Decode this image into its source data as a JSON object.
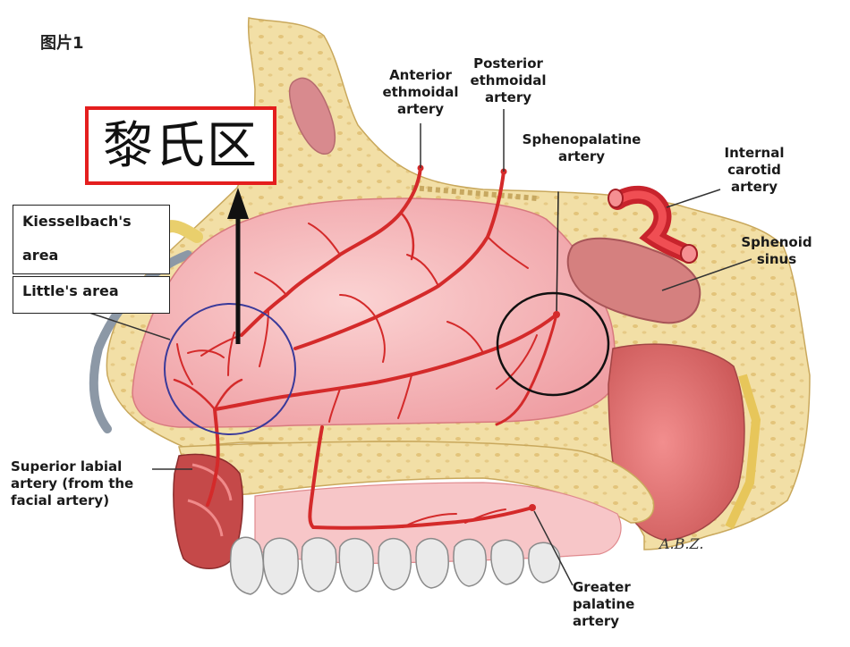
{
  "figure_label": "图片1",
  "highlight_label": "黎氏区",
  "signature": "A.B.Z.",
  "labels": {
    "kiesselbach": "Kiesselbach's\n\narea",
    "littles": "Little's area",
    "anterior_ethmoidal": "Anterior\nethmoidal\nartery",
    "posterior_ethmoidal": "Posterior\nethmoidal\nartery",
    "sphenopalatine": "Sphenopalatine\nartery",
    "internal_carotid": "Internal\ncarotid\nartery",
    "sphenoid_sinus": "Sphenoid\nsinus",
    "superior_labial": "Superior labial\nartery (from the\nfacial artery)",
    "greater_palatine": "Greater\npalatine\nartery"
  },
  "colors": {
    "highlight_box": "#e41e1e",
    "littles_circle": "#3a3a9a",
    "sphenopalatine_circle": "#111111",
    "artery": "#d42a2a",
    "mucosa": "#f4b3b6",
    "bone": "#f2dfa6"
  }
}
